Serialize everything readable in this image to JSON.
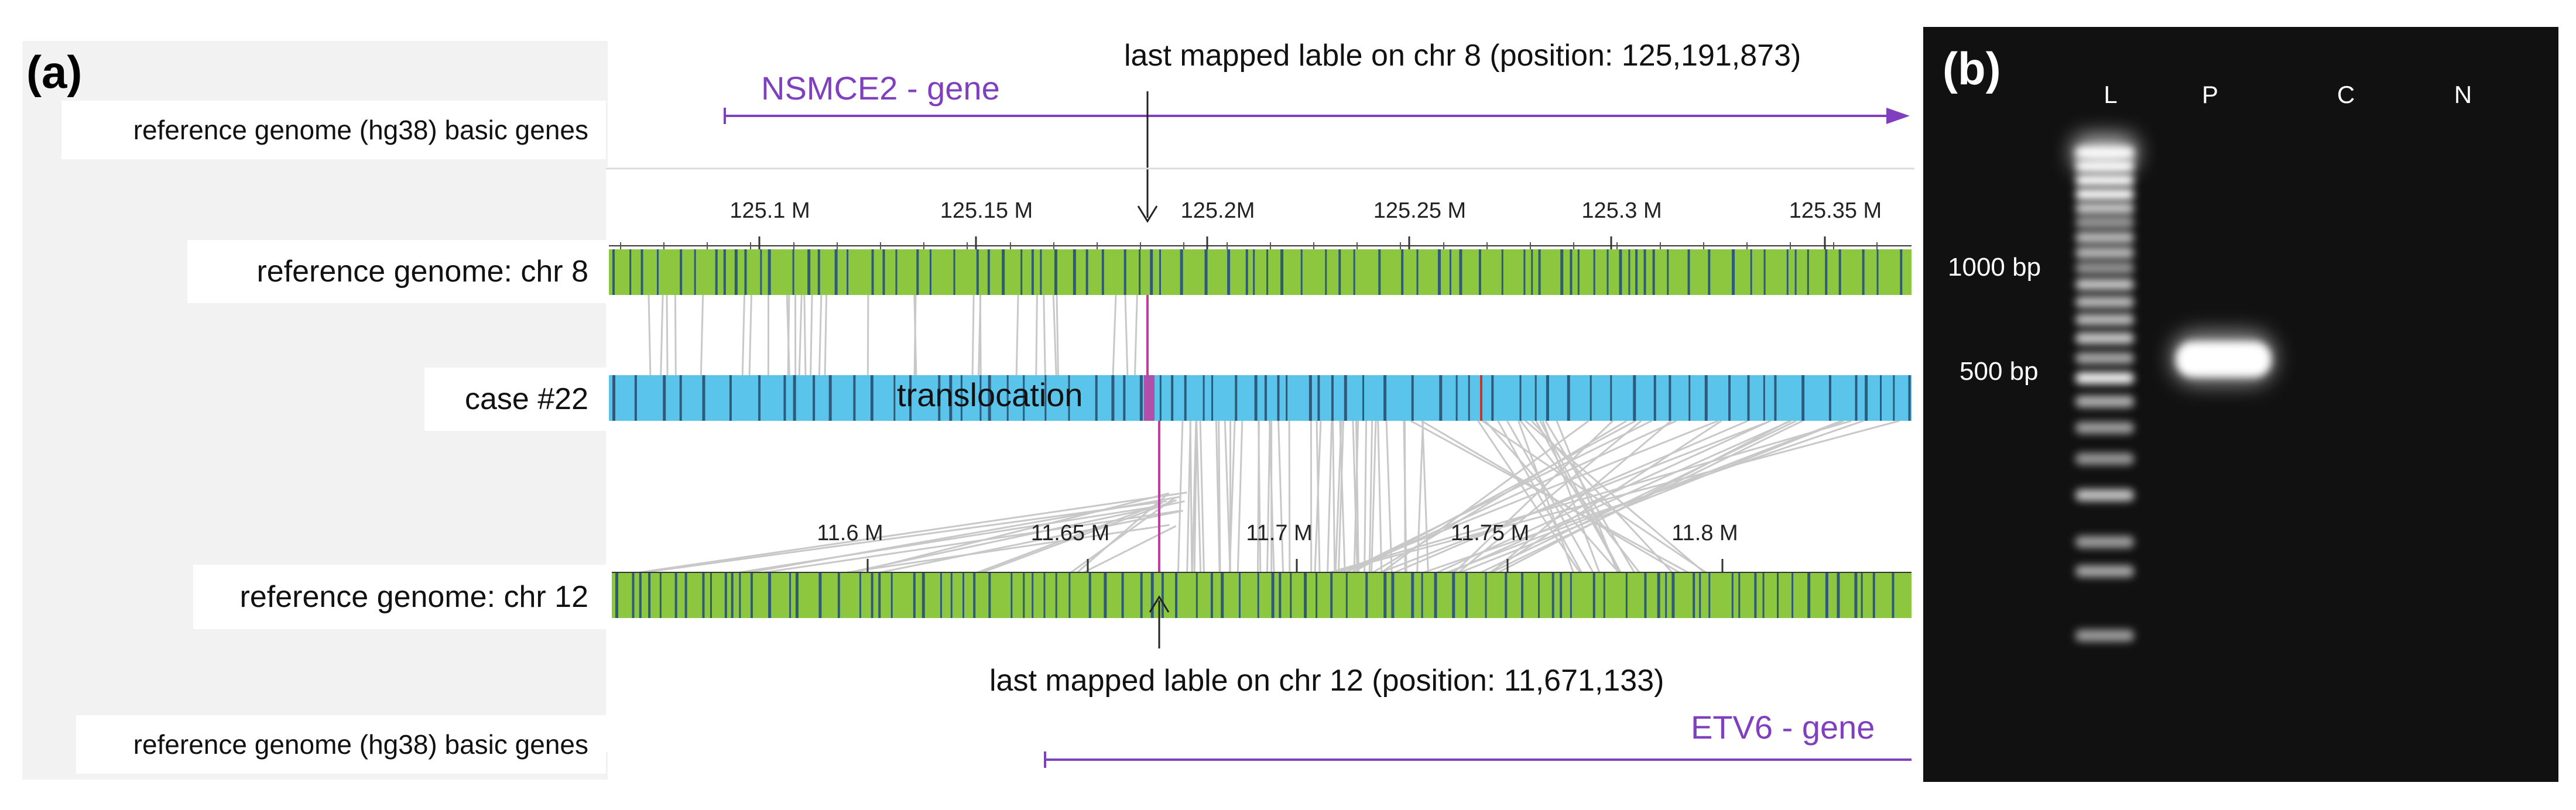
{
  "panel_a": {
    "letter": "(a)",
    "track_labels": {
      "genes_top": "reference genome (hg38) basic genes",
      "chr8": "reference genome: chr 8",
      "case": "case #22",
      "chr12": "reference genome: chr 12",
      "genes_bottom": "reference genome (hg38) basic genes"
    },
    "gene_top": "NSMCE2 - gene",
    "gene_bottom": "ETV6 - gene",
    "annotation_top": "last mapped lable on chr 8 (position: 125,191,873)",
    "annotation_bottom": "last mapped lable on chr 12 (position: 11,671,133)",
    "case_label": "translocation",
    "chr8_ticks": [
      "125.1 M",
      "125.15 M",
      "125.2M",
      "125.25 M",
      "125.3 M",
      "125.35 M"
    ],
    "chr12_ticks": [
      "11.6 M",
      "11.65 M",
      "11.7 M",
      "11.75 M",
      "11.8 M"
    ],
    "colors": {
      "reference_track": "#8dc63f",
      "case_track": "#5bc4ea",
      "label_mark": "#2e5b7c",
      "breakpoint": "#c03ca0",
      "gene": "#7f3fbf",
      "alignment_line": "#c8c8c8"
    }
  },
  "panel_b": {
    "letter": "(b)",
    "lane_labels": [
      "L",
      "P",
      "C",
      "N"
    ],
    "size_markers": [
      "1000 bp",
      "500 bp"
    ],
    "colors": {
      "gel_background": "#111111",
      "band": "#ffffff"
    }
  }
}
